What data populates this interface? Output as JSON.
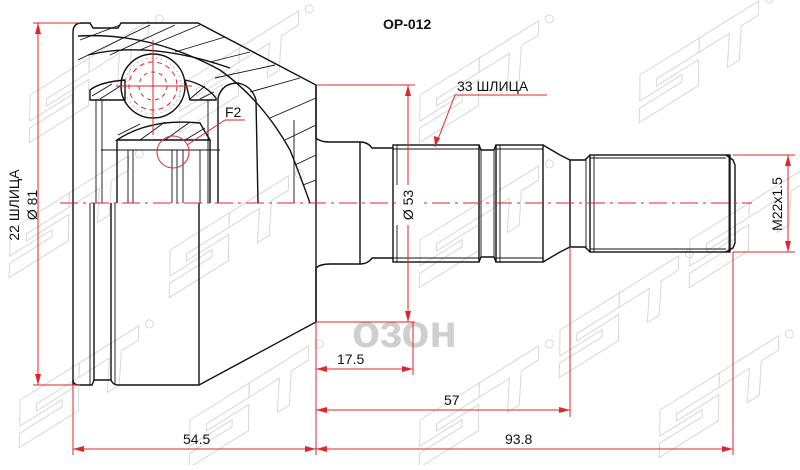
{
  "title": "OP-012",
  "brand_watermark": "SAT",
  "secondary_watermark": "озон",
  "colors": {
    "outline": "#111111",
    "dimension": "#e0262b",
    "watermark": "#d8d8d8",
    "background": "#ffffff"
  },
  "labels": {
    "inner_splines": "22 ШЛИЦА",
    "outer_diameter": "Ø 81",
    "outer_splines": "33 ШЛИЦА",
    "shaft_diameter": "Ø 53",
    "thread": "M22x1.5",
    "detail_callout": "F2"
  },
  "dimensions": {
    "housing_length": "54.5",
    "shoulder_length": "17.5",
    "spline_length": "57",
    "total_shaft_length": "93.8"
  },
  "part": {
    "type": "CV joint (outer)",
    "article": "OP-012",
    "inner_spline_count": 22,
    "outer_spline_count": 33,
    "outer_diameter_mm": 81,
    "seal_diameter_mm": 53,
    "thread": "M22x1.5"
  }
}
